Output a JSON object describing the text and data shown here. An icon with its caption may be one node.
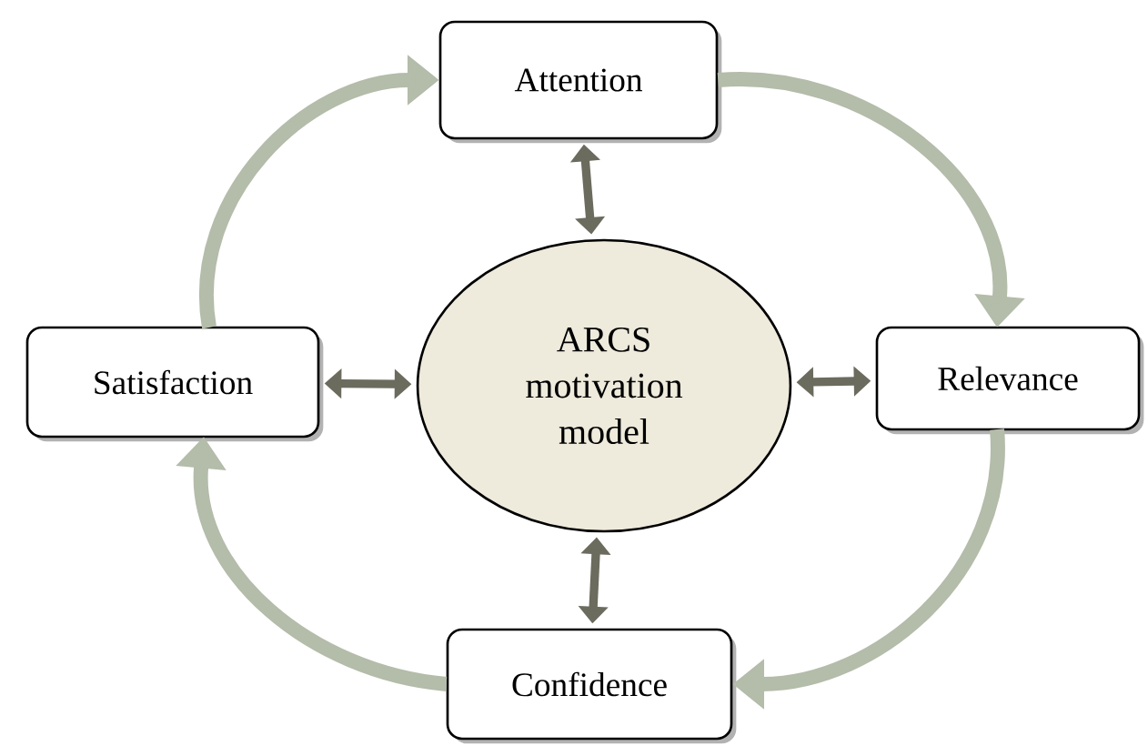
{
  "diagram": {
    "nodes": [
      {
        "text": [
          "Attention"
        ]
      },
      {
        "text": [
          "Satisfaction"
        ]
      },
      {
        "text": [
          "ARCS motivation model"
        ]
      },
      {
        "text": [
          "Relevance"
        ]
      },
      {
        "text": [
          "Confidence"
        ]
      }
    ],
    "edges": [
      {
        "from": 1,
        "to": 0,
        "arrow": "to",
        "color": "#b4bcaa"
      },
      {
        "from": 0,
        "to": 3,
        "arrow": "to",
        "color": "#b4bcaa"
      },
      {
        "from": 3,
        "to": 4,
        "arrow": "to",
        "color": "#b4bcaa"
      },
      {
        "from": 4,
        "to": 1,
        "arrow": "to",
        "color": "#b4bcaa"
      },
      {
        "from": 2,
        "to": 0,
        "arrow": "both",
        "color": "#6b6b5e"
      },
      {
        "from": 2,
        "to": 1,
        "arrow": "both",
        "color": "#6b6b5e"
      },
      {
        "from": 2,
        "to": 3,
        "arrow": "both",
        "color": "#6b6b5e"
      },
      {
        "from": 2,
        "to": 4,
        "arrow": "both",
        "color": "#6b6b5e"
      }
    ]
  }
}
